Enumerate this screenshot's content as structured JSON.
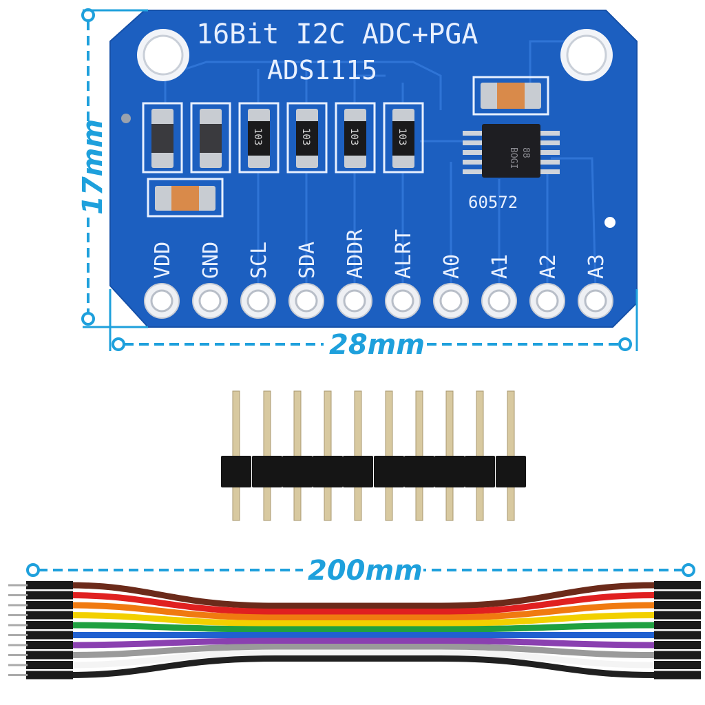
{
  "board": {
    "title": "16Bit I2C ADC+PGA",
    "model": "ADS1115",
    "chip_code": "60572",
    "chip_marking": [
      "BOGI",
      "88"
    ],
    "resistor_code": "103",
    "pins": [
      "VDD",
      "GND",
      "SCL",
      "SDA",
      "ADDR",
      "ALRT",
      "A0",
      "A1",
      "A2",
      "A3"
    ],
    "color": "#1c5fc0"
  },
  "dimensions": {
    "height": "17mm",
    "width": "28mm",
    "cable_length": "200mm",
    "color": "#1ea0dc"
  },
  "header": {
    "pin_count": 10
  },
  "cable": {
    "wire_colors": [
      "#6b2a1a",
      "#e02020",
      "#f07a10",
      "#f2d000",
      "#1fa040",
      "#2060d0",
      "#8a40b0",
      "#9a9a9a",
      "#f4f4f4",
      "#202020"
    ]
  }
}
